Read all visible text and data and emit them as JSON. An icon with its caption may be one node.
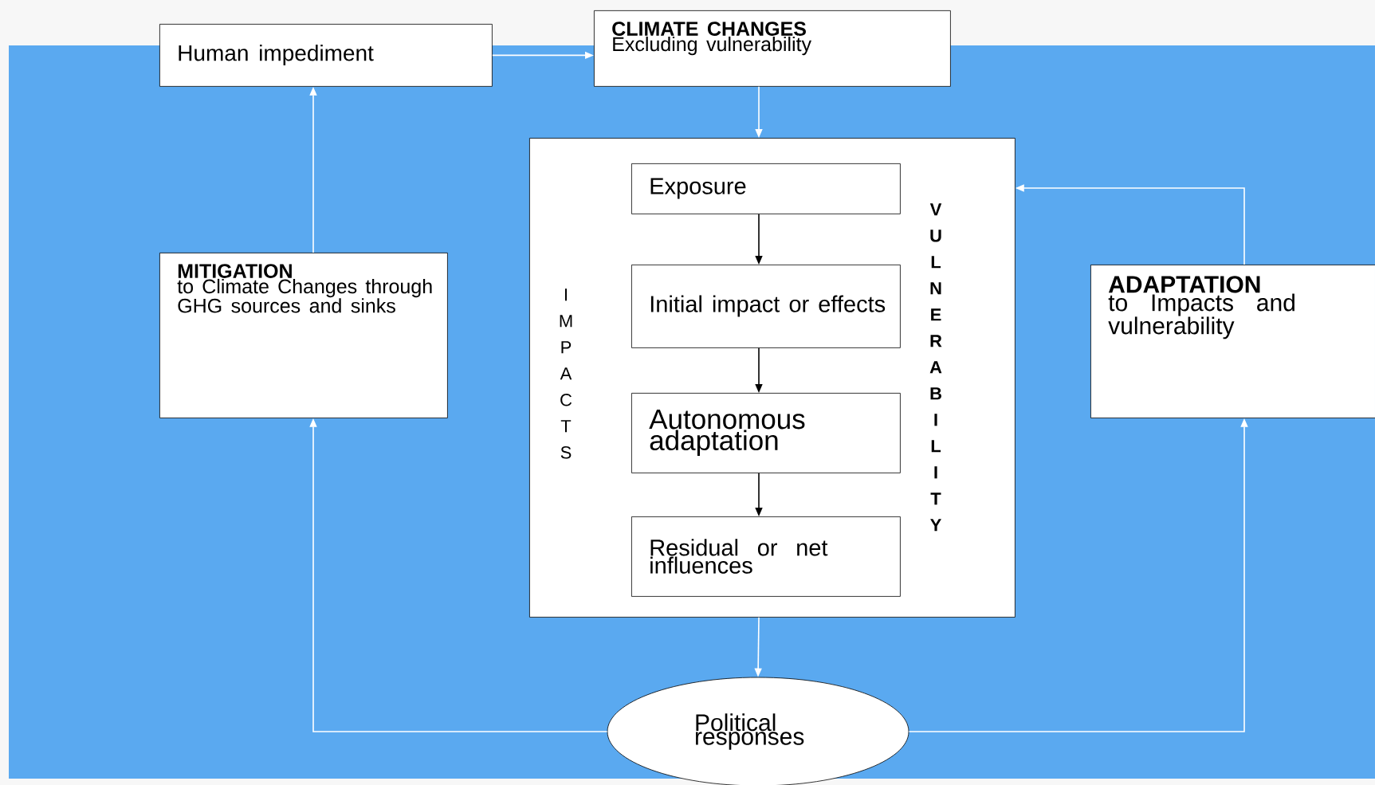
{
  "diagram": {
    "nodes": [
      {
        "text": [
          "Human impediment"
        ]
      },
      {
        "text": [
          "CLIMATE CHANGES",
          "Excluding vulnerability"
        ]
      },
      {
        "text": [
          "IMPACTS",
          "VULNERABILITY"
        ]
      },
      {
        "text": [
          "Exposure"
        ],
        "in": 2
      },
      {
        "text": [
          "Initial impact or effects"
        ],
        "in": 2
      },
      {
        "text": [
          "Autonomous adaptation"
        ],
        "in": 2
      },
      {
        "text": [
          "Residual or net influences"
        ],
        "in": 2
      },
      {
        "text": [
          "MITIGATION",
          "to Climate Changes through GHG sources and sinks"
        ]
      },
      {
        "text": [
          "ADAPTATION",
          "to Impacts and vulnerability"
        ]
      },
      {
        "text": [
          "Political responses"
        ]
      }
    ],
    "edges": [
      {
        "from": 0,
        "to": 1,
        "arrow": "to"
      },
      {
        "from": 1,
        "to": 2,
        "arrow": "to"
      },
      {
        "from": 3,
        "to": 4,
        "arrow": "to",
        "color": "#000000"
      },
      {
        "from": 4,
        "to": 5,
        "arrow": "to",
        "color": "#000000"
      },
      {
        "from": 5,
        "to": 6,
        "arrow": "to",
        "color": "#000000"
      },
      {
        "from": 8,
        "to": 2,
        "arrow": "to"
      },
      {
        "from": 2,
        "to": 9,
        "arrow": "to"
      },
      {
        "from": 9,
        "to": 7,
        "arrow": "to"
      },
      {
        "from": 7,
        "to": 0,
        "arrow": "to"
      },
      {
        "from": 9,
        "to": 8,
        "arrow": "to"
      }
    ]
  }
}
